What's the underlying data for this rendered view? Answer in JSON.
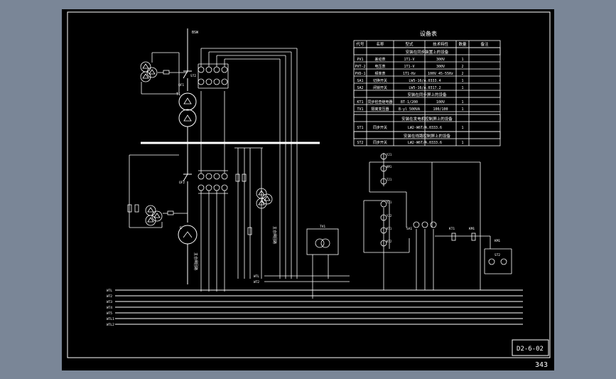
{
  "drawing": {
    "code": "D2-6-02",
    "page_number": "343",
    "labels": {
      "top_bus": "BSW",
      "st2": "ST2",
      "qf1": "QF1",
      "t1": "T1",
      "qf2": "QF2",
      "g": "G",
      "tv1": "TV1",
      "sa1": "SA1",
      "kt1": "KT1",
      "km1": "KM1",
      "km1b": "KM1",
      "st2b": "ST2",
      "wtl1": "WTL",
      "wtl2": "WT2",
      "right_vertical": "主合闸回路",
      "left_vertical": "主合闸回路",
      "k_labels": [
        "YJ1",
        "KM1",
        "TJ1",
        "YJ1",
        "YJ2",
        "KT1",
        "KT2"
      ]
    },
    "buses": [
      "WTL",
      "WT2",
      "WT3",
      "WT4",
      "WT5",
      "WTL1",
      "WTL2"
    ]
  },
  "table": {
    "title": "设备表",
    "headers": [
      "代号",
      "名称",
      "型式",
      "技术特性",
      "数量",
      "备注"
    ],
    "sections": [
      {
        "title": "安装在同步装置上的设备",
        "rows": [
          [
            "PV1",
            "差动表",
            "1T1-V",
            "300V",
            "1",
            ""
          ],
          [
            "PVT-2",
            "电压表",
            "1T1-V",
            "300V",
            "2",
            ""
          ],
          [
            "PVD-1",
            "频率表",
            "1T1-Hz",
            "100V 45-55Hz",
            "2",
            ""
          ],
          [
            "SA1",
            "切换开关",
            "LW5-16/A.0333.4",
            "",
            "1",
            ""
          ],
          [
            "SA2",
            "闭锁开关",
            "LW5-16/A.0317.2",
            "",
            "1",
            ""
          ]
        ]
      },
      {
        "title": "安装在同步屏上的设备",
        "rows": [
          [
            "KT1",
            "同步检查继电器",
            "BT-1/200",
            "100V",
            "1",
            ""
          ],
          [
            "TV1",
            "隔离变压器",
            "B-yl 500VA",
            "100/100",
            "1",
            ""
          ]
        ]
      },
      {
        "title": "安装在发电机控制屏上的设备",
        "rows": [
          [
            "ST1",
            "同步开关",
            "LW2-W6T/A.0333.6",
            "",
            "1",
            ""
          ]
        ]
      },
      {
        "title": "安装在线路控制屏上的设备",
        "rows": [
          [
            "ST2",
            "同步开关",
            "LW2-W6T/A.0333.6",
            "",
            "1",
            ""
          ]
        ]
      }
    ]
  }
}
